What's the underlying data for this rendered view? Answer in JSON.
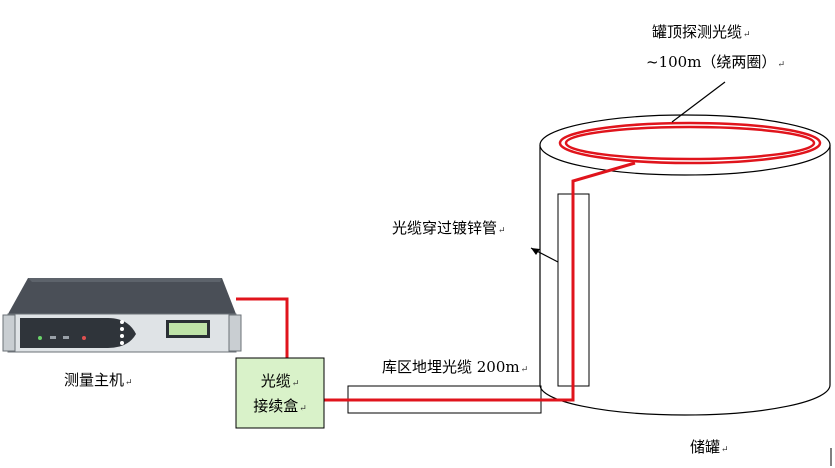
{
  "labels": {
    "tank_top_cable_line1": "罐顶探测光缆",
    "tank_top_cable_line2": "~100m（绕两圈）",
    "cable_through_pipe": "光缆穿过镀锌管",
    "buried_cable": "库区地埋光缆 200m",
    "host": "测量主机",
    "splice_box_line1": "光缆",
    "splice_box_line2": "接续盒",
    "tank": "储罐",
    "return_mark": "↵"
  },
  "colors": {
    "cable": "#e0141c",
    "splice_box_fill": "#d9f2c9",
    "outline": "#000000",
    "device_body": "#3a3f46",
    "device_panel": "#dfe3e6",
    "lcd": "#bfe3a8"
  },
  "icons": {
    "host_device": "rack-unit-device-icon",
    "splice_box": "splice-box",
    "tank": "storage-tank"
  }
}
